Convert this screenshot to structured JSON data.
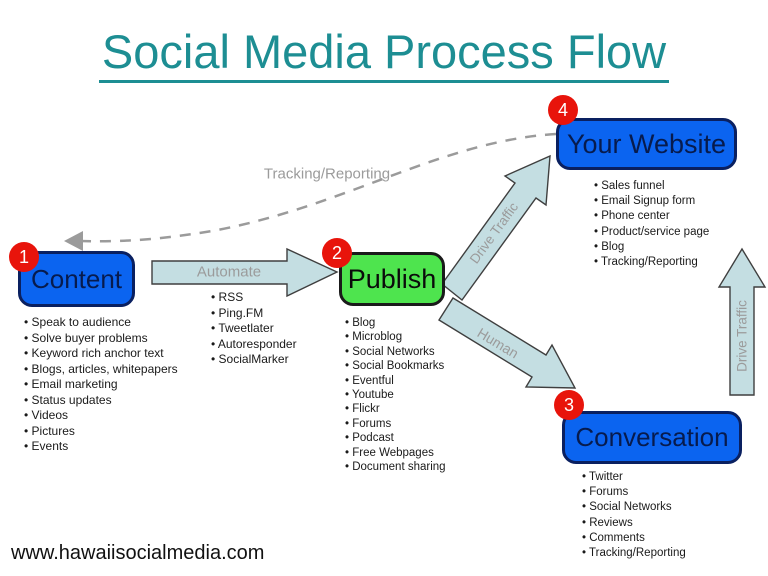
{
  "slide": {
    "title": "Social Media Process Flow",
    "footer": "www.hawaiisocialmedia.com"
  },
  "steps": {
    "content": {
      "number": "1",
      "label": "Content"
    },
    "publish": {
      "number": "2",
      "label": "Publish"
    },
    "conversation": {
      "number": "3",
      "label": "Conversation"
    },
    "website": {
      "number": "4",
      "label": "Your Website"
    }
  },
  "lists": {
    "content": [
      "Speak to audience",
      "Solve buyer problems",
      "Keyword rich anchor text",
      "Blogs, articles, whitepapers",
      "Email marketing",
      "Status updates",
      "Videos",
      "Pictures",
      "Events"
    ],
    "automate": [
      "RSS",
      "Ping.FM",
      "Tweetlater",
      "Autoresponder",
      "SocialMarker"
    ],
    "publish": [
      "Blog",
      "Microblog",
      "Social Networks",
      "Social Bookmarks",
      "Eventful",
      "Youtube",
      "Flickr",
      "Forums",
      "Podcast",
      "Free Webpages",
      "Document sharing"
    ],
    "website": [
      "Sales funnel",
      "Email Signup form",
      "Phone center",
      "Product/service page",
      "Blog",
      "Tracking/Reporting"
    ],
    "conversation": [
      "Twitter",
      "Forums",
      "Social Networks",
      "Reviews",
      "Comments",
      "Tracking/Reporting"
    ]
  },
  "arrows": {
    "automate": "Automate",
    "tracking": "Tracking/Reporting",
    "drive_traffic_up": "Drive Traffic",
    "human": "Human",
    "drive_traffic_side": "Drive Traffic"
  },
  "colors": {
    "title_teal": "#1D8E93",
    "box_blue": "#0B64F0",
    "box_blue_border": "#0A2060",
    "box_green": "#4EE44E",
    "circle_red": "#E8140B",
    "arrow_fill": "#C4DEE2",
    "label_gray": "#9B9B9B"
  }
}
